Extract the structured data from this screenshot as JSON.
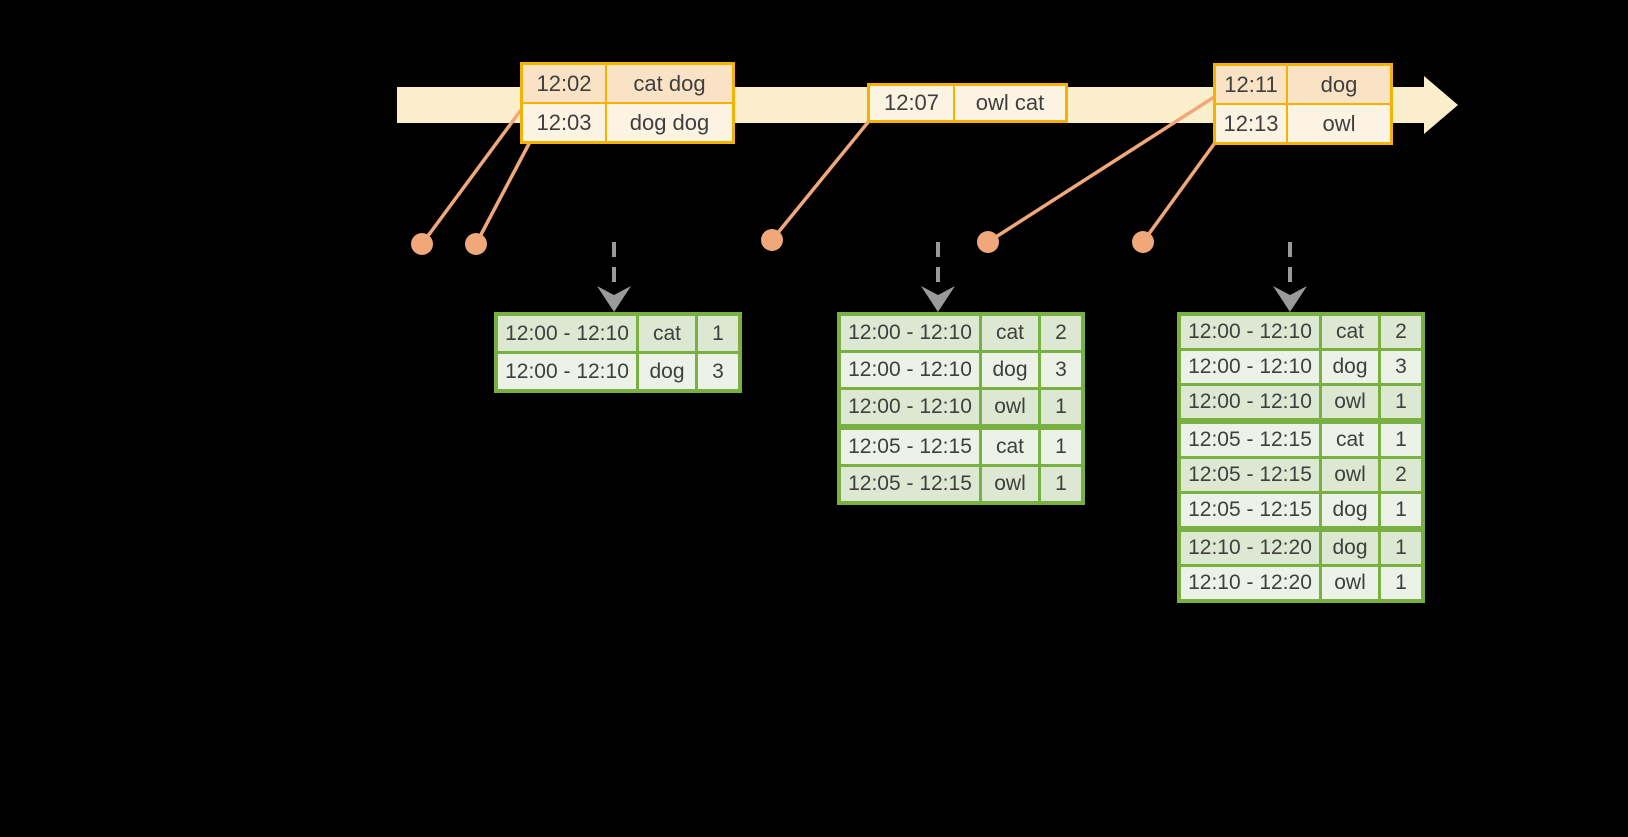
{
  "colors": {
    "background": "#000000",
    "timeline_fill": "#fbeecb",
    "event_border": "#f3b300",
    "event_row_dark": "#fae2c5",
    "event_row_light": "#fdf3e2",
    "connector": "#f0a87a",
    "trigger_arrow": "#9a9a9a",
    "result_border": "#78b142",
    "result_row_dark": "#dce8d1",
    "result_row_light": "#edf2e8",
    "text": "#3f3f3f"
  },
  "event_tables": [
    {
      "rows": [
        {
          "time": "12:02",
          "words": "cat dog"
        },
        {
          "time": "12:03",
          "words": "dog dog"
        }
      ]
    },
    {
      "rows": [
        {
          "time": "12:07",
          "words": "owl cat"
        }
      ]
    },
    {
      "rows": [
        {
          "time": "12:11",
          "words": "dog"
        },
        {
          "time": "12:13",
          "words": "owl"
        }
      ]
    }
  ],
  "result_tables": [
    {
      "rows": [
        {
          "window": "12:00 - 12:10",
          "word": "cat",
          "count": "1"
        },
        {
          "window": "12:00 - 12:10",
          "word": "dog",
          "count": "3"
        }
      ]
    },
    {
      "rows": [
        {
          "window": "12:00 - 12:10",
          "word": "cat",
          "count": "2"
        },
        {
          "window": "12:00 - 12:10",
          "word": "dog",
          "count": "3"
        },
        {
          "window": "12:00 - 12:10",
          "word": "owl",
          "count": "1"
        },
        {
          "window": "12:05 - 12:15",
          "word": "cat",
          "count": "1"
        },
        {
          "window": "12:05 - 12:15",
          "word": "owl",
          "count": "1"
        }
      ]
    },
    {
      "rows": [
        {
          "window": "12:00 - 12:10",
          "word": "cat",
          "count": "2"
        },
        {
          "window": "12:00 - 12:10",
          "word": "dog",
          "count": "3"
        },
        {
          "window": "12:00 - 12:10",
          "word": "owl",
          "count": "1"
        },
        {
          "window": "12:05 - 12:15",
          "word": "cat",
          "count": "1"
        },
        {
          "window": "12:05 - 12:15",
          "word": "owl",
          "count": "2"
        },
        {
          "window": "12:05 - 12:15",
          "word": "dog",
          "count": "1"
        },
        {
          "window": "12:10 - 12:20",
          "word": "dog",
          "count": "1"
        },
        {
          "window": "12:10 - 12:20",
          "word": "owl",
          "count": "1"
        }
      ]
    }
  ]
}
